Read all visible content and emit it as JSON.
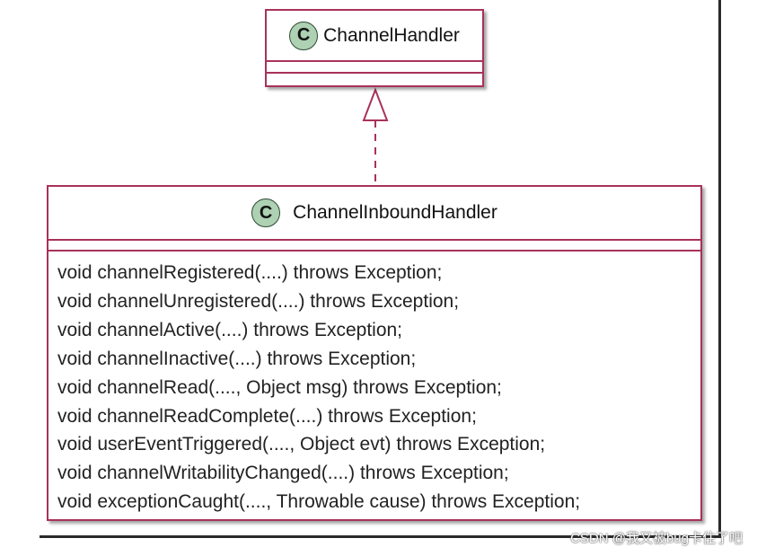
{
  "diagram": {
    "parent_class": {
      "stereotype": "C",
      "name": "ChannelHandler"
    },
    "child_class": {
      "stereotype": "C",
      "name": "ChannelInboundHandler",
      "methods": [
        "void channelRegistered(....) throws Exception;",
        "void channelUnregistered(....) throws Exception;",
        "void channelActive(....) throws Exception;",
        "void channelInactive(....) throws Exception;",
        "void channelRead(...., Object msg) throws Exception;",
        "void channelReadComplete(....) throws Exception;",
        "void userEventTriggered(...., Object evt) throws Exception;",
        "void channelWritabilityChanged(....) throws Exception;",
        "void exceptionCaught(...., Throwable cause) throws Exception;"
      ]
    },
    "relation": "realization",
    "colors": {
      "class_border": "#a8325a",
      "stereotype_fill": "#add1b2",
      "arrow": "#a8325a"
    }
  },
  "watermark": "CSDN @我又被bug卡住了吧"
}
